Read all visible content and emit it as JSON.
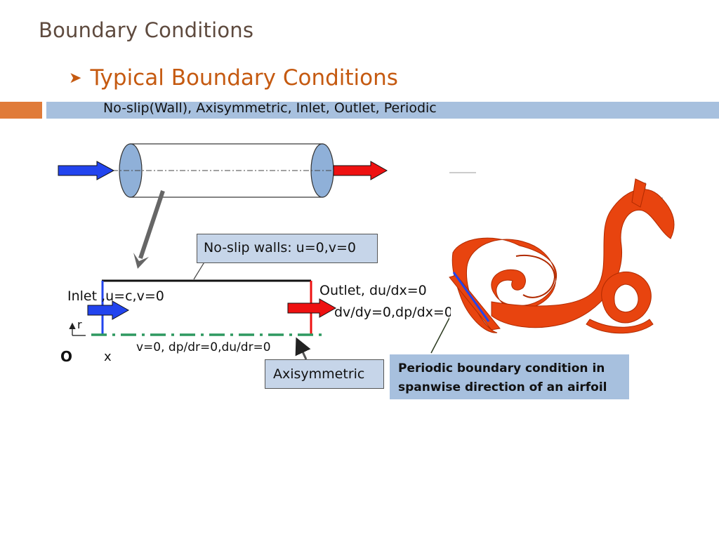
{
  "slide": {
    "title": "Boundary Conditions",
    "bullet_icon": "arrow-bullet-icon",
    "bullet": "Typical Boundary Conditions",
    "subtitle": "No-slip(Wall), Axisymmetric, Inlet, Outlet, Periodic"
  },
  "diagram": {
    "noslip_label": "No-slip walls: u=0,v=0",
    "inlet_label": "Inlet ,u=c,v=0",
    "outlet_label_1": "Outlet, du/dx=0",
    "outlet_label_2": "dv/dy=0,dp/dx=0",
    "axis_r": "r",
    "axis_x": "x",
    "origin": "O",
    "axis_condition": "v=0, dp/dr=0,du/dr=0",
    "axisymmetric_label": "Axisymmetric",
    "periodic_label_1": "Periodic boundary condition in",
    "periodic_label_2": "spanwise direction of an airfoil"
  },
  "colors": {
    "title": "#5e4a3e",
    "accent": "#c55a11",
    "bar_blue": "#a7c0de",
    "bar_orange": "#e07b39",
    "inflow": "#2244ee",
    "outflow": "#ee1111",
    "axis_line": "#2e9960",
    "vortex": "#e8440f"
  }
}
